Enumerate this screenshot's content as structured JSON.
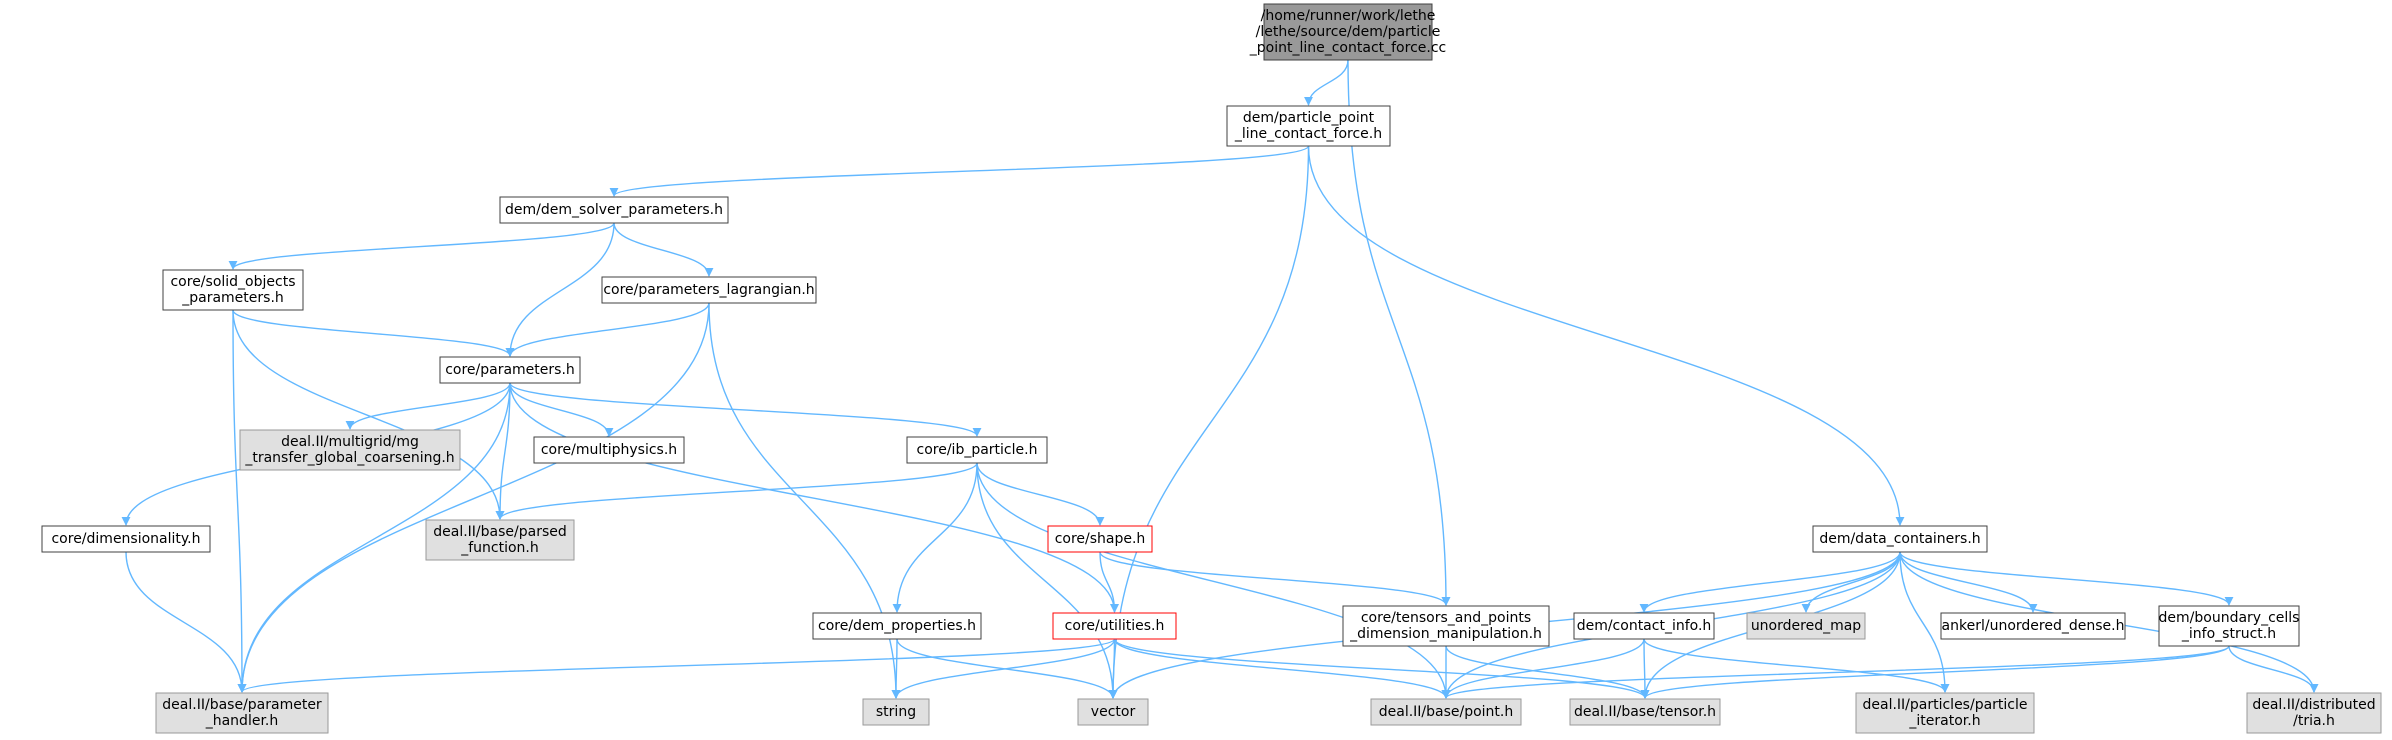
{
  "colors": {
    "edge": "#63b8ff",
    "node_fill": "#ffffff",
    "node_border": "#404040",
    "root_fill": "#999999",
    "system_fill": "#e0e0e0",
    "system_border": "#999999",
    "incomplete_border": "#ff0000"
  },
  "nodes": [
    {
      "id": "root",
      "kind": "root",
      "lines": [
        "/home/runner/work/lethe",
        "/lethe/source/dem/particle",
        "_point_line_contact_force.cc"
      ]
    },
    {
      "id": "pplcf",
      "kind": "normal",
      "lines": [
        "dem/particle_point",
        "_line_contact_force.h"
      ]
    },
    {
      "id": "dsp",
      "kind": "normal",
      "lines": [
        "dem/dem_solver_parameters.h"
      ]
    },
    {
      "id": "sop",
      "kind": "normal",
      "lines": [
        "core/solid_objects",
        "_parameters.h"
      ]
    },
    {
      "id": "plag",
      "kind": "normal",
      "lines": [
        "core/parameters_lagrangian.h"
      ]
    },
    {
      "id": "params",
      "kind": "normal",
      "lines": [
        "core/parameters.h"
      ]
    },
    {
      "id": "mg",
      "kind": "system",
      "lines": [
        "deal.II/multigrid/mg",
        "_transfer_global_coarsening.h"
      ]
    },
    {
      "id": "multiphysics",
      "kind": "normal",
      "lines": [
        "core/multiphysics.h"
      ]
    },
    {
      "id": "ibp",
      "kind": "normal",
      "lines": [
        "core/ib_particle.h"
      ]
    },
    {
      "id": "dim",
      "kind": "normal",
      "lines": [
        "core/dimensionality.h"
      ]
    },
    {
      "id": "parsed",
      "kind": "system",
      "lines": [
        "deal.II/base/parsed",
        "_function.h"
      ]
    },
    {
      "id": "shape",
      "kind": "incomplete",
      "lines": [
        "core/shape.h"
      ]
    },
    {
      "id": "demprops",
      "kind": "normal",
      "lines": [
        "core/dem_properties.h"
      ]
    },
    {
      "id": "utilities",
      "kind": "incomplete",
      "lines": [
        "core/utilities.h"
      ]
    },
    {
      "id": "tensors",
      "kind": "normal",
      "lines": [
        "core/tensors_and_points",
        "_dimension_manipulation.h"
      ]
    },
    {
      "id": "dc",
      "kind": "normal",
      "lines": [
        "dem/data_containers.h"
      ]
    },
    {
      "id": "ci",
      "kind": "normal",
      "lines": [
        "dem/contact_info.h"
      ]
    },
    {
      "id": "umap",
      "kind": "system",
      "lines": [
        "unordered_map"
      ]
    },
    {
      "id": "ankerl",
      "kind": "normal",
      "lines": [
        "ankerl/unordered_dense.h"
      ]
    },
    {
      "id": "bcis",
      "kind": "normal",
      "lines": [
        "dem/boundary_cells",
        "_info_struct.h"
      ]
    },
    {
      "id": "ph",
      "kind": "system",
      "lines": [
        "deal.II/base/parameter",
        "_handler.h"
      ]
    },
    {
      "id": "string",
      "kind": "system",
      "lines": [
        "string"
      ]
    },
    {
      "id": "vector",
      "kind": "system",
      "lines": [
        "vector"
      ]
    },
    {
      "id": "point",
      "kind": "system",
      "lines": [
        "deal.II/base/point.h"
      ]
    },
    {
      "id": "tensor",
      "kind": "system",
      "lines": [
        "deal.II/base/tensor.h"
      ]
    },
    {
      "id": "pit",
      "kind": "system",
      "lines": [
        "deal.II/particles/particle",
        "_iterator.h"
      ]
    },
    {
      "id": "tria",
      "kind": "system",
      "lines": [
        "deal.II/distributed",
        "/tria.h"
      ]
    }
  ],
  "edges": [
    [
      "root",
      "pplcf"
    ],
    [
      "root",
      "tensors"
    ],
    [
      "pplcf",
      "dsp"
    ],
    [
      "pplcf",
      "vector"
    ],
    [
      "pplcf",
      "dc"
    ],
    [
      "dsp",
      "sop"
    ],
    [
      "dsp",
      "plag"
    ],
    [
      "dsp",
      "params"
    ],
    [
      "sop",
      "params"
    ],
    [
      "sop",
      "parsed"
    ],
    [
      "sop",
      "ph"
    ],
    [
      "plag",
      "params"
    ],
    [
      "plag",
      "string"
    ],
    [
      "plag",
      "ph"
    ],
    [
      "params",
      "mg"
    ],
    [
      "params",
      "multiphysics"
    ],
    [
      "params",
      "ibp"
    ],
    [
      "params",
      "dim"
    ],
    [
      "params",
      "parsed"
    ],
    [
      "params",
      "ph"
    ],
    [
      "params",
      "utilities"
    ],
    [
      "dim",
      "ph"
    ],
    [
      "ibp",
      "parsed"
    ],
    [
      "ibp",
      "shape"
    ],
    [
      "ibp",
      "demprops"
    ],
    [
      "ibp",
      "vector"
    ],
    [
      "ibp",
      "point"
    ],
    [
      "shape",
      "utilities"
    ],
    [
      "shape",
      "tensors"
    ],
    [
      "demprops",
      "string"
    ],
    [
      "demprops",
      "vector"
    ],
    [
      "utilities",
      "ph"
    ],
    [
      "utilities",
      "string"
    ],
    [
      "utilities",
      "vector"
    ],
    [
      "utilities",
      "point"
    ],
    [
      "utilities",
      "tensor"
    ],
    [
      "tensors",
      "point"
    ],
    [
      "tensors",
      "tensor"
    ],
    [
      "dc",
      "vector"
    ],
    [
      "dc",
      "point"
    ],
    [
      "dc",
      "ci"
    ],
    [
      "dc",
      "umap"
    ],
    [
      "dc",
      "ankerl"
    ],
    [
      "dc",
      "bcis"
    ],
    [
      "dc",
      "tensor"
    ],
    [
      "dc",
      "pit"
    ],
    [
      "dc",
      "tria"
    ],
    [
      "ci",
      "point"
    ],
    [
      "ci",
      "tensor"
    ],
    [
      "ci",
      "pit"
    ],
    [
      "bcis",
      "point"
    ],
    [
      "bcis",
      "tensor"
    ],
    [
      "bcis",
      "tria"
    ]
  ]
}
